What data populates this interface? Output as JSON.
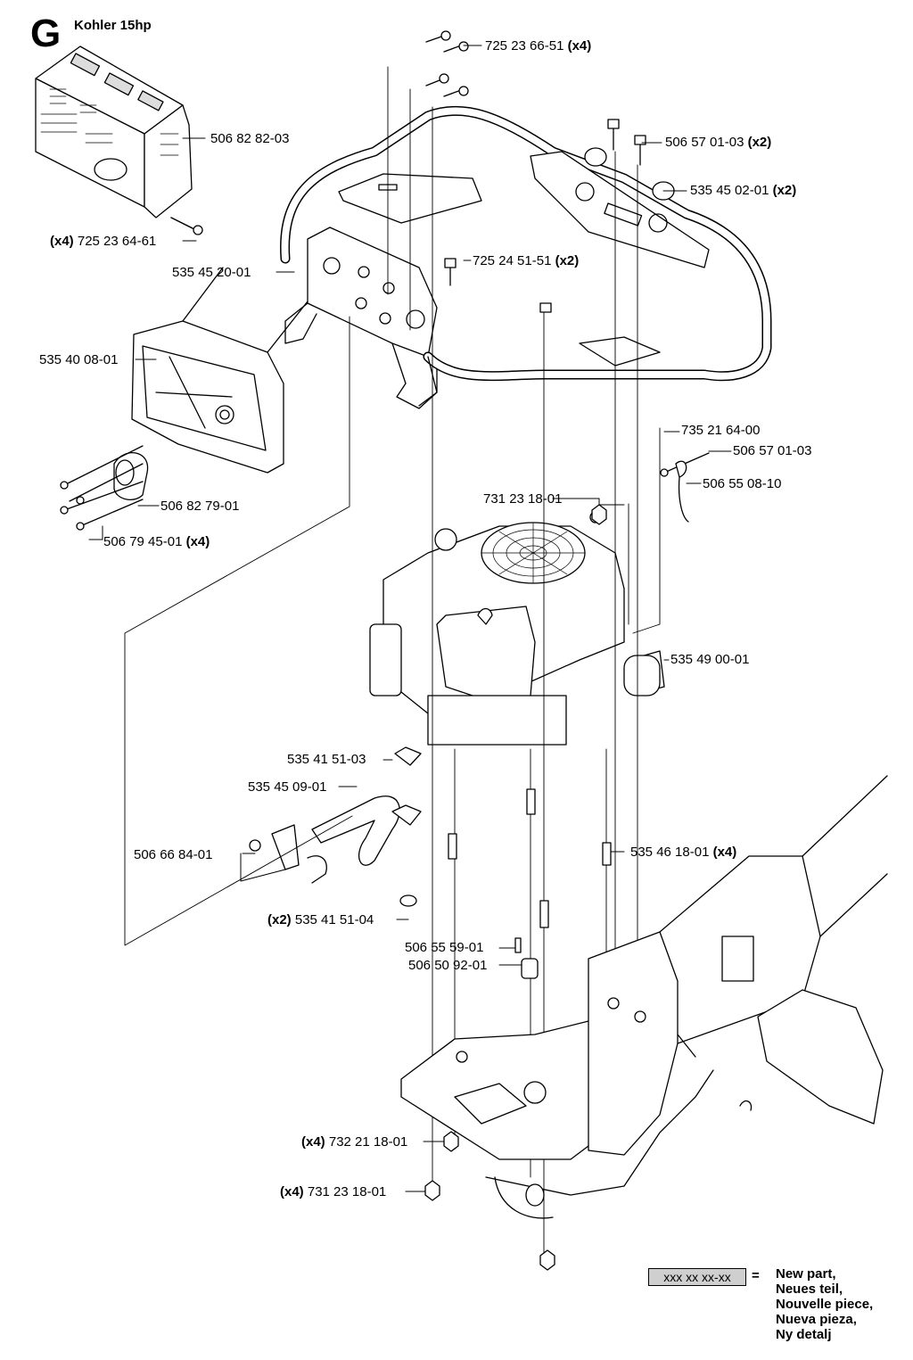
{
  "header": {
    "letter": "G",
    "model": "Kohler 15hp"
  },
  "parts": {
    "p_725236651": {
      "qty_suffix": "(x4)",
      "number": "725 23 66-51"
    },
    "p_506828203": {
      "number": "506 82 82-03"
    },
    "p_725236461": {
      "qty_prefix": "(x4)",
      "number": "725 23 64-61"
    },
    "p_506570103x2": {
      "number": "506 57 01-03",
      "qty_suffix": "(x2)"
    },
    "p_535450201": {
      "number": "535 45 02-01",
      "qty_suffix": "(x2)"
    },
    "p_535452001": {
      "number": "535 45 20-01"
    },
    "p_725245151": {
      "number": "725 24 51-51",
      "qty_suffix": "(x2)"
    },
    "p_535400801": {
      "number": "535 40 08-01"
    },
    "p_735216400": {
      "number": "735 21 64-00"
    },
    "p_506570103": {
      "number": "506 57 01-03"
    },
    "p_506550810": {
      "number": "506 55 08-10"
    },
    "p_506827901": {
      "number": "506 82 79-01"
    },
    "p_506794501": {
      "number": "506 79 45-01",
      "qty_suffix": "(x4)"
    },
    "p_731231801a": {
      "number": "731 23 18-01"
    },
    "p_535490001": {
      "number": "535 49 00-01"
    },
    "p_535415103": {
      "number": "535 41 51-03"
    },
    "p_535450901": {
      "number": "535 45 09-01"
    },
    "p_506668401": {
      "number": "506 66 84-01"
    },
    "p_535461801": {
      "number": "535 46 18-01",
      "qty_suffix": "(x4)"
    },
    "p_535415104": {
      "qty_prefix": "(x2)",
      "number": "535 41 51-04"
    },
    "p_506555901": {
      "number": "506 55 59-01"
    },
    "p_506509201": {
      "number": "506 50 92-01"
    },
    "p_732211801": {
      "qty_prefix": "(x4)",
      "number": "732 21 18-01"
    },
    "p_731231801b": {
      "qty_prefix": "(x4)",
      "number": "731 23 18-01"
    }
  },
  "legend": {
    "box_text": "xxx xx xx-xx",
    "equals": "=",
    "lines": [
      "New part,",
      "Neues teil,",
      "Nouvelle piece,",
      "Nueva pieza,",
      "Ny detalj"
    ]
  }
}
